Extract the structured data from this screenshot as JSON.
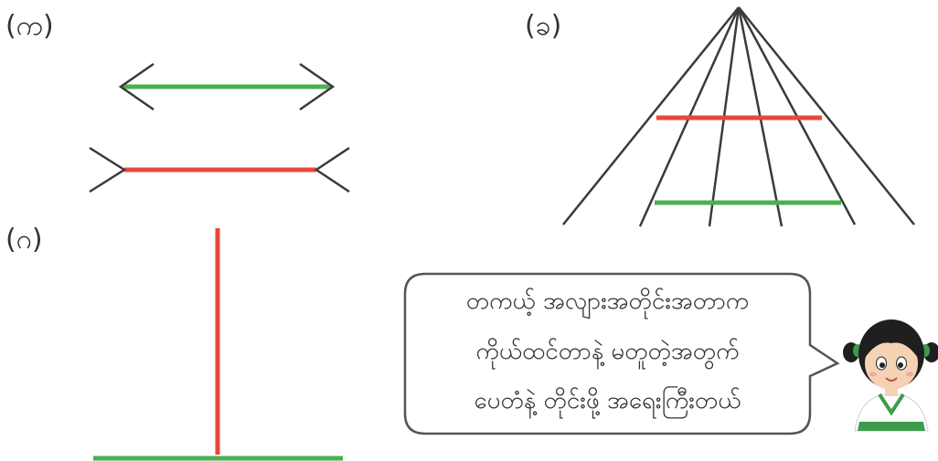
{
  "labels": {
    "a": "(က)",
    "b": "(ခ)",
    "c": "(ဂ)"
  },
  "speech_bubble": {
    "lines": [
      "တကယ့် အလျားအတိုင်းအတာက",
      "ကိုယ်ထင်တာနဲ့ မတူတဲ့အတွက်",
      "ပေတံနဲ့ တိုင်းဖို့ အရေးကြီးတယ်"
    ]
  },
  "colors": {
    "green": "#4bb04f",
    "red": "#e8473a",
    "stroke": "#3a3a3a",
    "bubble_border": "#555555"
  },
  "icons": {
    "character": "girl-character-icon"
  }
}
